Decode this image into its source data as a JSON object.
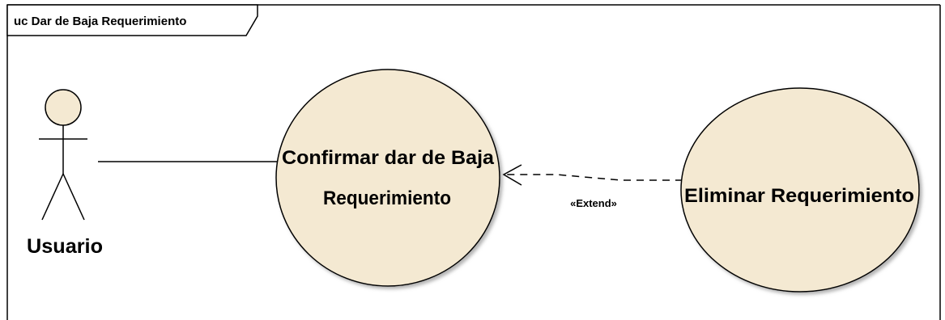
{
  "diagram": {
    "frame_title": "uc Dar de Baja Requerimiento",
    "actor": {
      "name": "Usuario"
    },
    "use_cases": [
      {
        "lines": [
          "Confirmar dar de Baja",
          "Requerimiento"
        ]
      },
      {
        "lines": [
          "Eliminar Requerimiento"
        ]
      }
    ],
    "relationship": {
      "stereotype": "«Extend»"
    },
    "colors": {
      "use_case_fill": "#F4E9D2",
      "actor_head_fill": "#F4E9D2",
      "stroke": "#000000",
      "frame_stroke": "#000000"
    }
  }
}
